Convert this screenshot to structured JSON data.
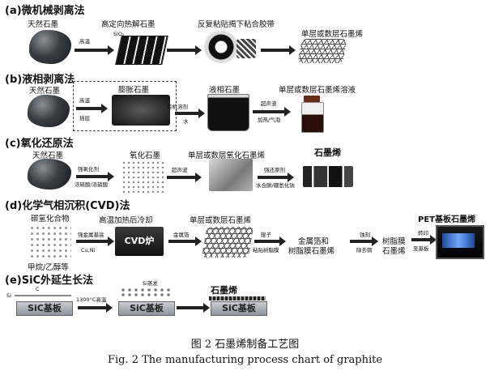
{
  "sections": {
    "a": {
      "title": "(a)微机械剥离法",
      "labels": [
        "天然石墨",
        "高定向热解石墨",
        "反复粘贴揭下粘合胶带",
        "单层或数层石墨烯"
      ],
      "arrow_text": [
        "高温",
        "SiO₂"
      ]
    },
    "b": {
      "title": "(b)液相剥离法",
      "labels": [
        "天然石墨",
        "膨胀石墨",
        "液相石墨",
        "单层或数层石墨烯溶液"
      ],
      "arrow_text": [
        "高温",
        "插层",
        "有机溶剂",
        "水",
        "超声波",
        "加热/气泡"
      ]
    },
    "c": {
      "title": "(c)氧化还原法",
      "labels": [
        "天然石墨",
        "氧化石墨",
        "单层或数层氧化石墨烯",
        "石墨烯"
      ],
      "arrow_text": [
        "强氧化剂",
        "浓硫酸/浓硝酸",
        "超声波",
        "强还原剂",
        "水合肼/硼氢化钠"
      ]
    },
    "d": {
      "title": "(d)化学气相沉积(CVD)法",
      "labels": [
        "碳氢化合物",
        "高温加热后冷却",
        "单层或数层石墨烯",
        "金属箔和",
        "树脂膜石墨烯",
        "树脂膜",
        "石墨烯",
        "PET基板石墨烯",
        "甲烷/乙醇等"
      ],
      "arrow_text": [
        "强金属基底",
        "Cu,Ni",
        "金属箔",
        "辊子",
        "粘贴树脂膜",
        "蚀刻",
        "除去铜",
        "转印",
        "至基板"
      ],
      "furnace": "CVD炉"
    },
    "e": {
      "title": "(e)SiC外延生长法",
      "labels": [
        "石墨烯"
      ],
      "arrow_text": [
        "1300°C高温",
        "Si蒸发"
      ],
      "substrate": "SiC基板",
      "atoms": [
        "Si",
        "C"
      ]
    }
  },
  "caption": {
    "cn": "图 2 石墨烯制备工艺图",
    "en": "Fig. 2 The manufacturing process chart of graphite"
  }
}
